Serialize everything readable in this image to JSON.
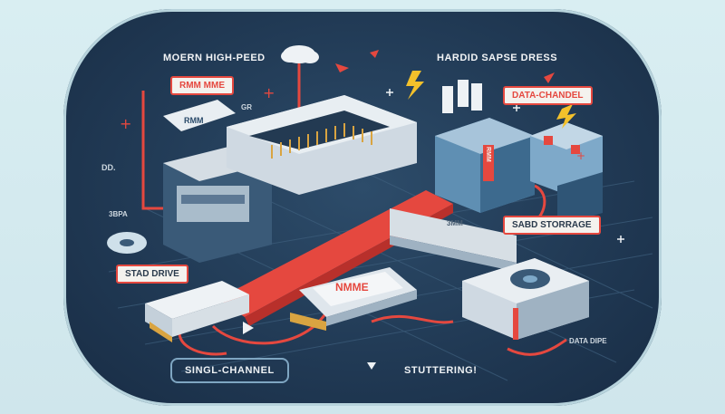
{
  "labels": {
    "top_left_heading": "MOERN HIGH-PEED",
    "top_right_heading": "HARDID SAPSE DRESS",
    "ram_tag": "RMM MME",
    "module_badge": "RMM",
    "gr_mark": "GR",
    "dd_mark": "DD.",
    "sbpa_mark": "3BPA",
    "data_channel_tag": "DATA-CHANDEL",
    "ssd_storage_tag": "SABD STORRAGE",
    "stad_drive_tag": "STAD DRIVE",
    "nvme_card_text": "NMME",
    "rail_text": "3MM",
    "box_badge": "RMM",
    "data_dipe": "DATA DIPE",
    "single_channel": "SINGL-CHANNEL",
    "stuttering": "STUTTERING!"
  },
  "colors": {
    "accent_red": "#e5483f",
    "panel_dark": "#213a55",
    "outline_blue": "#7fa6c2"
  }
}
